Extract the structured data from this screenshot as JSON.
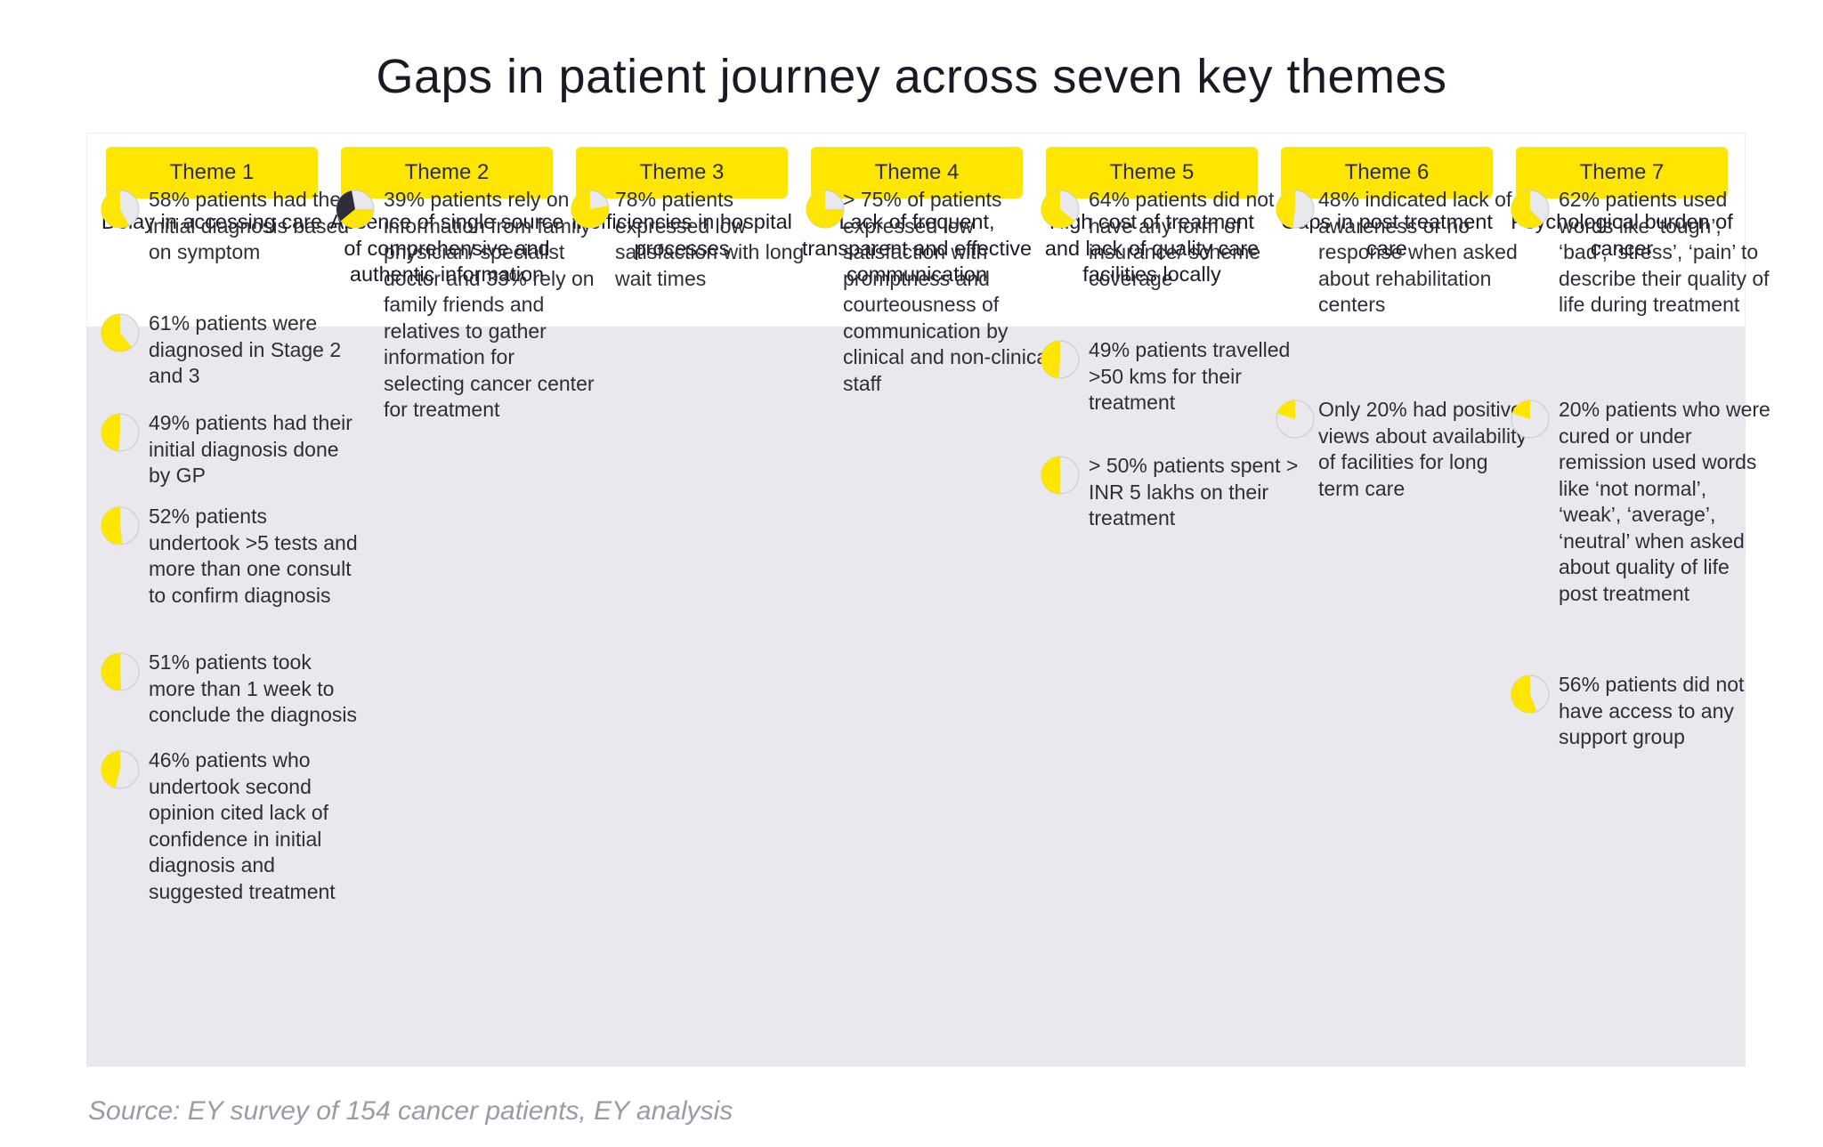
{
  "title": "Gaps in patient journey across seven key themes",
  "source": "Source: EY survey of 154 cancer patients, EY analysis",
  "colors": {
    "accent": "#ffe600",
    "dark": "#2e2e38",
    "panel": "#e8e8ed",
    "pie_bg": "#e8e8ed"
  },
  "themes": [
    {
      "badge": "Theme 1",
      "title": "Delay in accessing care",
      "items": [
        {
          "text": "58% patients had their initial diagnosis based on symptom",
          "pct": 58
        },
        {
          "text": "61% patients were diagnosed in Stage 2 and 3",
          "pct": 61
        },
        {
          "text": "49% patients had their initial diagnosis done by GP",
          "pct": 49
        },
        {
          "text": "52% patients undertook >5 tests and more than one consult to confirm diagnosis",
          "pct": 52
        },
        {
          "text": "51% patients took more than 1 week to conclude the diagnosis",
          "pct": 51
        },
        {
          "text": "46% patients who undertook second opinion cited lack of confidence in initial diagnosis and suggested treatment",
          "pct": 46
        }
      ]
    },
    {
      "badge": "Theme 2",
      "title": "Absence of single source of comprehensive and authentic information",
      "items": [
        {
          "text": "39% patients rely on information from family physician/ specialist doctor and 33% rely on family friends and relatives to gather information for selecting cancer center for treatment",
          "pct": 39,
          "pct2": 33
        }
      ]
    },
    {
      "badge": "Theme 3",
      "title": "Inefficiencies in hospital processes",
      "items": [
        {
          "text": "78% patients expressed low satisfaction with long wait times",
          "pct": 78
        }
      ]
    },
    {
      "badge": "Theme 4",
      "title": "Lack of frequent, transparent and effective communication",
      "items": [
        {
          "text": "> 75% of patients expressed low satisfaction with promptness and courteousness of communication by clinical and non-clinical staff",
          "pct": 75
        }
      ]
    },
    {
      "badge": "Theme 5",
      "title": "High cost of treatment and lack of quality care facilities locally",
      "items": [
        {
          "text": "64% patients did not have any form of insurance/ scheme coverage",
          "pct": 64
        },
        {
          "text": "49% patients travelled >50 kms for their treatment",
          "pct": 49
        },
        {
          "text": "> 50% patients spent > INR 5 lakhs on their treatment",
          "pct": 50
        }
      ]
    },
    {
      "badge": "Theme 6",
      "title": "Gaps in post treatment care",
      "items": [
        {
          "text": "48% indicated lack of awareness or no response when asked about rehabilitation centers",
          "pct": 48
        },
        {
          "text": "Only 20% had positive views about availability of facilities for long term care",
          "pct": 20
        }
      ]
    },
    {
      "badge": "Theme 7",
      "title": "Psychological burden of cancer",
      "items": [
        {
          "text": "62% patients used words like ‘tough’, ‘bad’, ‘stress’, ‘pain’ to describe their quality of life during treatment",
          "pct": 62
        },
        {
          "text": "20% patients who were cured or under remission used words like ‘not normal’, ‘weak’, ‘average’, ‘neutral’ when asked about quality of life post treatment",
          "pct": 20
        },
        {
          "text": "56% patients did not have access to any support group",
          "pct": 56
        }
      ]
    }
  ]
}
